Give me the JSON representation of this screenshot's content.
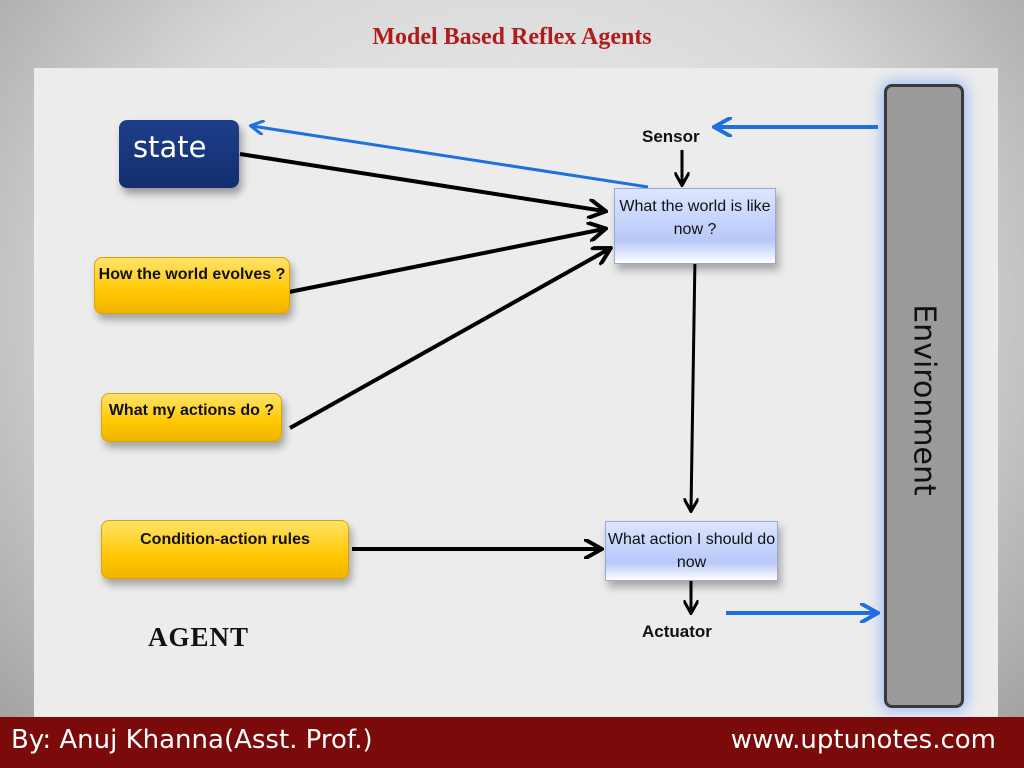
{
  "title": "Model Based Reflex Agents",
  "nodes": {
    "state": "state",
    "world_evolves": "How the world evolves ?",
    "my_actions": "What my actions do ?",
    "condition_action": "Condition-action  rules",
    "world_now": "What the world is like now ?",
    "action_now": "What action I should do now",
    "sensor": "Sensor",
    "actuator": "Actuator",
    "agent": "AGENT",
    "environment": "Environment"
  },
  "footer": {
    "author": "By: Anuj Khanna(Asst. Prof.)",
    "website": "www.uptunotes.com"
  },
  "colors": {
    "title": "#b01c1c",
    "state_box": "#132e6e",
    "condition_box": "#ffc800",
    "percept_box": "#b8c8f8",
    "percept_arrow": "#1e6fe0",
    "footer_bg": "#7b0a0a"
  }
}
